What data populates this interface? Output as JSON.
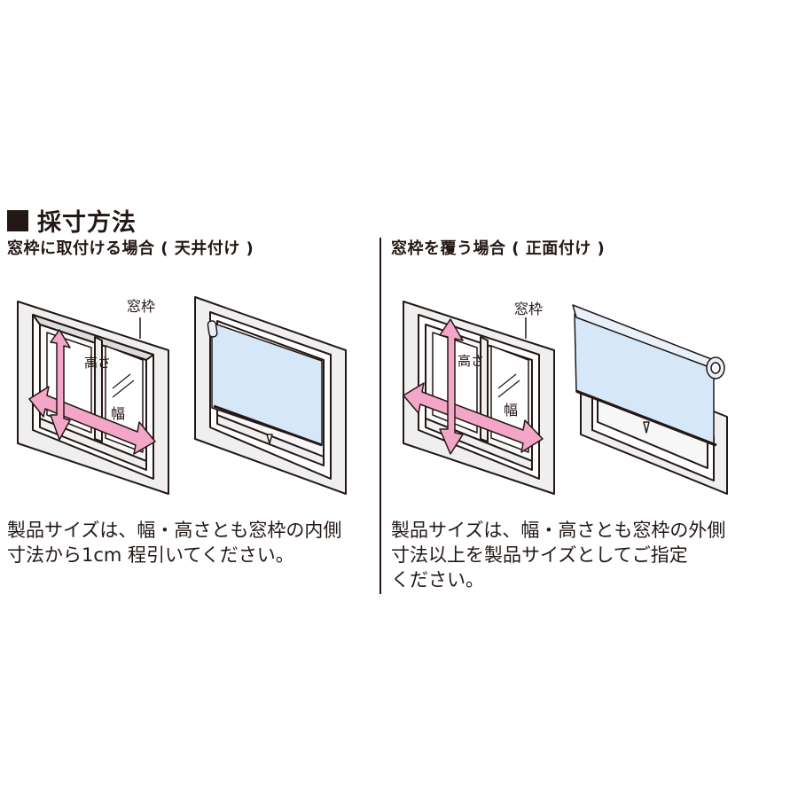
{
  "heading": {
    "title": "採寸方法"
  },
  "sections": {
    "left": {
      "title": "窓枠に取付ける場合 ( 天井付け )",
      "labels": {
        "frame": "窓枠",
        "height": "高さ",
        "width": "幅"
      },
      "description": "製品サイズは、幅・高さとも窓枠の内側\n寸法から1cm 程引いてください。"
    },
    "right": {
      "title": "窓枠を覆う場合 ( 正面付け )",
      "labels": {
        "frame": "窓枠",
        "height": "高さ",
        "width": "幅"
      },
      "description": "製品サイズは、幅・高さとも窓枠の外側\n寸法以上を製品サイズとしてご指定\nください。"
    }
  },
  "colors": {
    "frame_fill": "#efefef",
    "frame_stroke": "#231815",
    "arrow_pink": "#f3a6c8",
    "blind_blue": "#d6e8f7",
    "divider": "#231815"
  }
}
